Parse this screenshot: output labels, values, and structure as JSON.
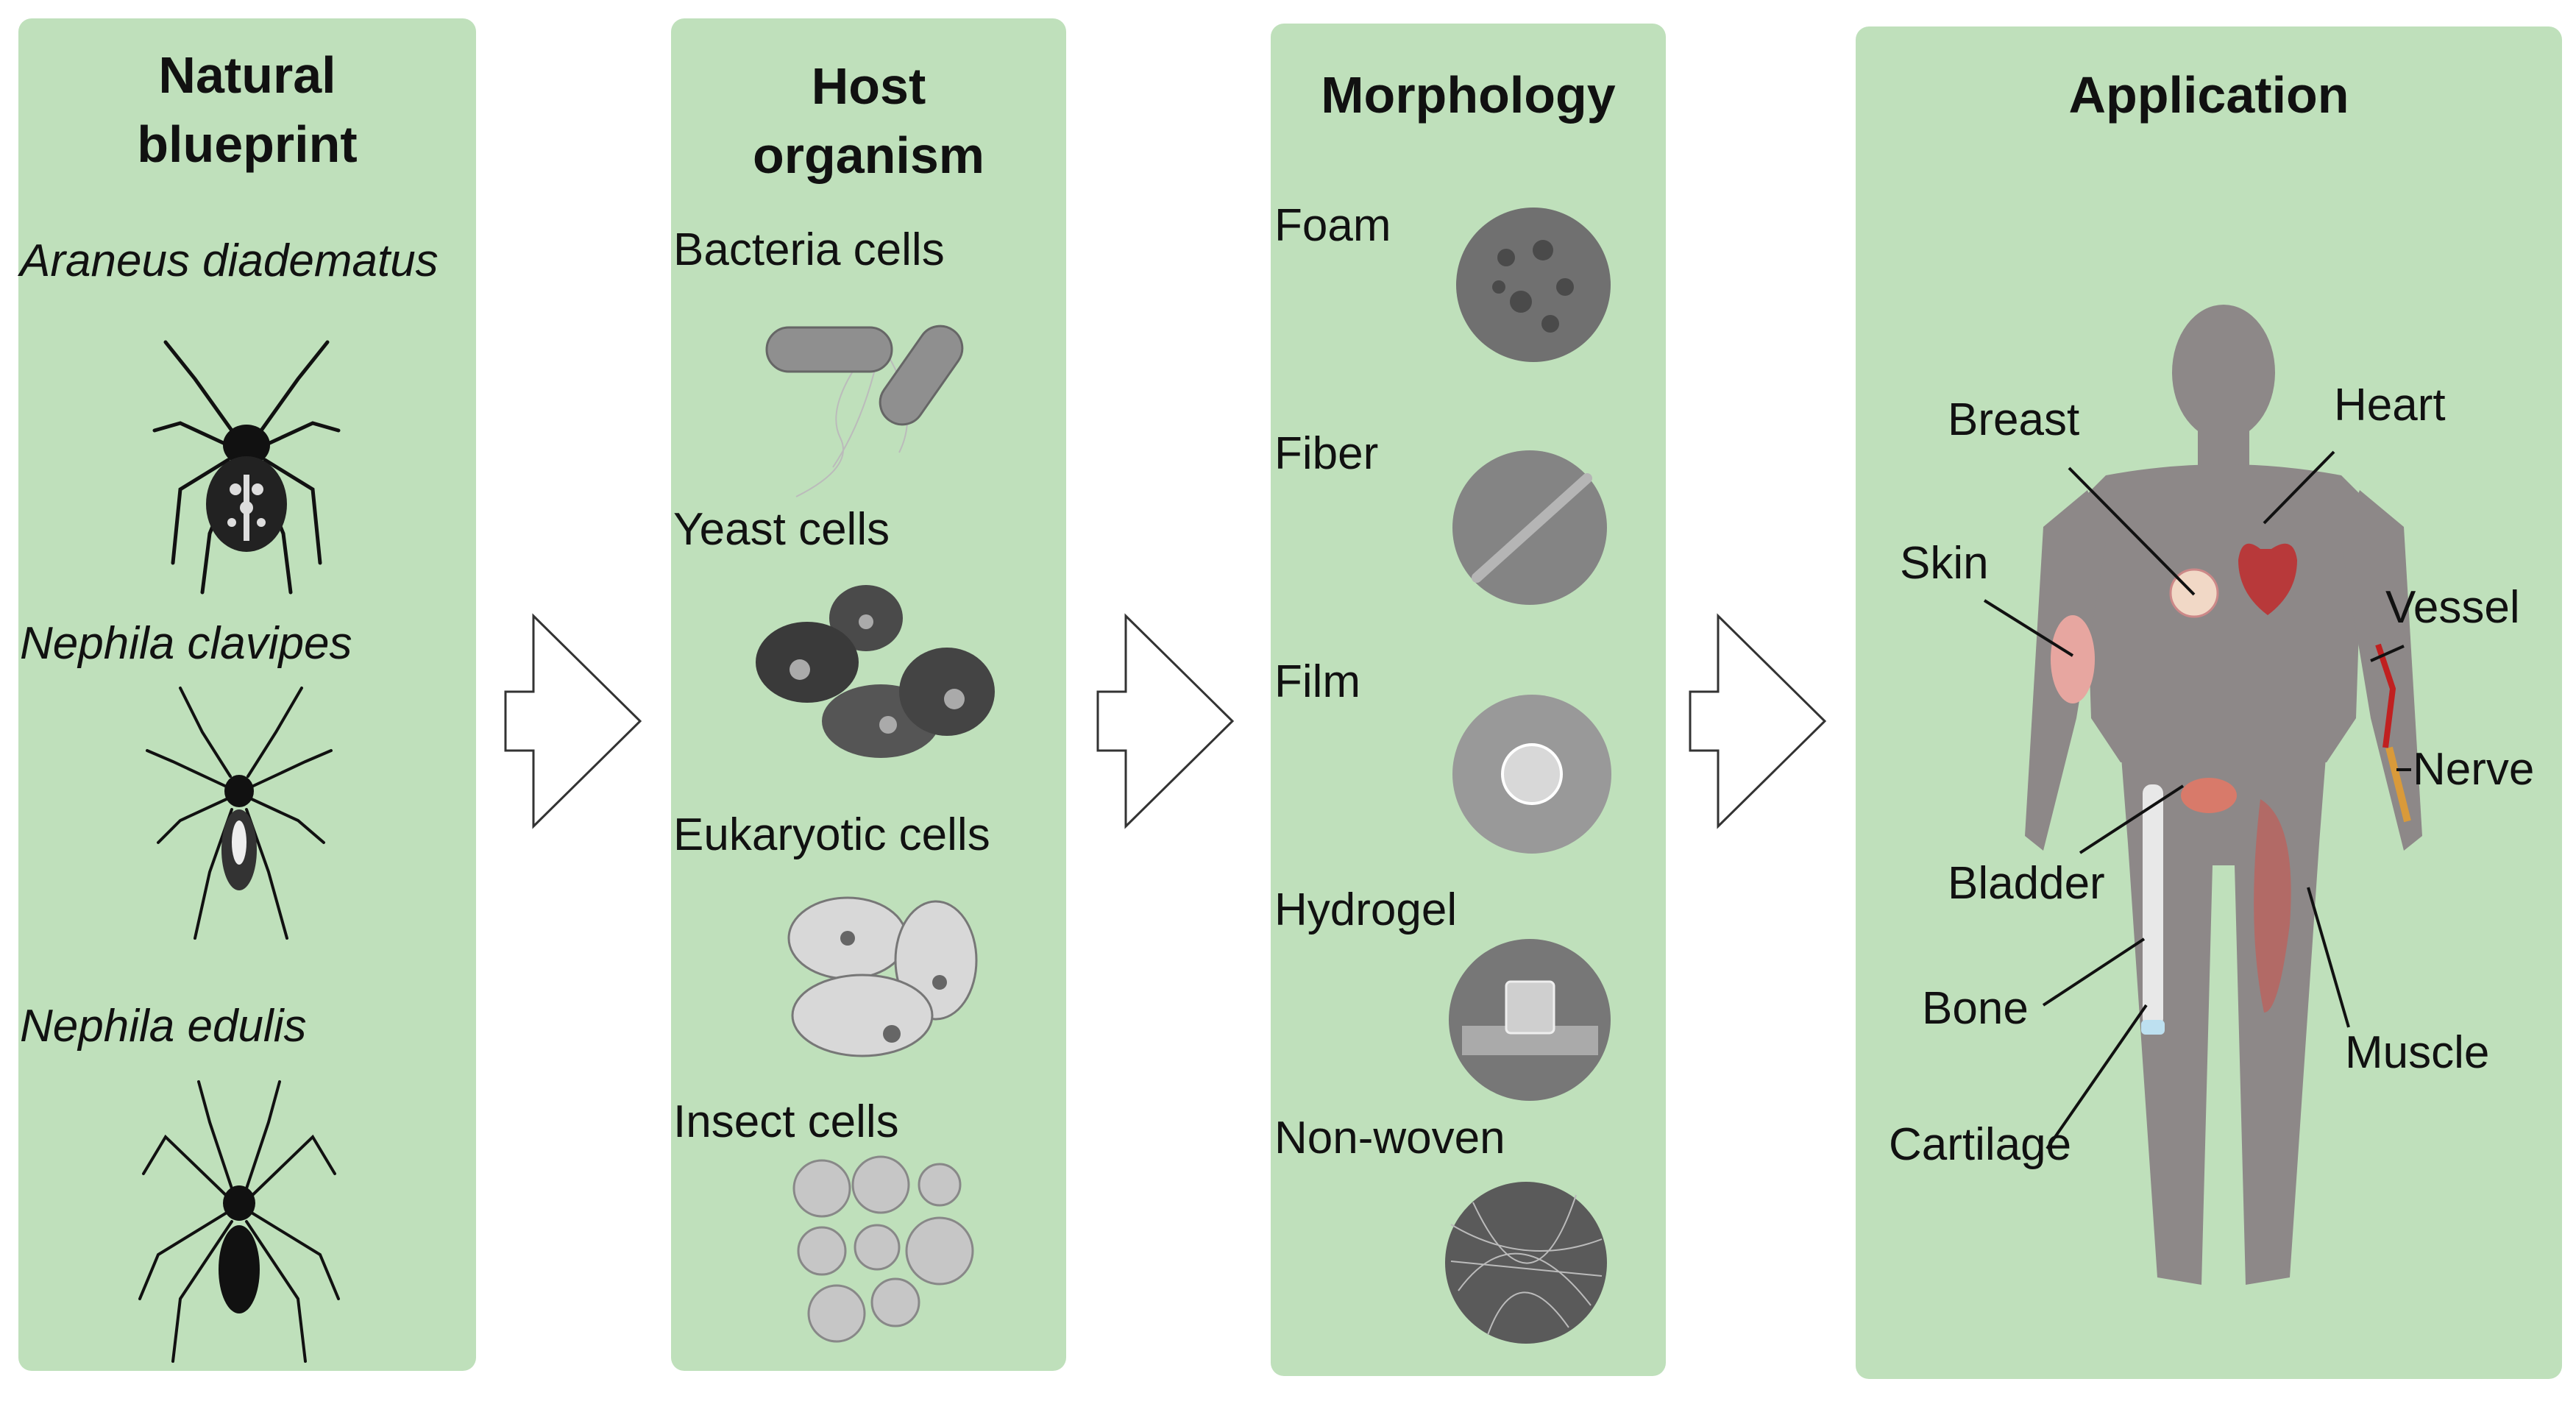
{
  "panels": {
    "natural_blueprint": {
      "title_line1": "Natural",
      "title_line2": "blueprint",
      "species": [
        "Araneus diadematus",
        "Nephila clavipes",
        "Nephila edulis"
      ]
    },
    "host_organism": {
      "title_line1": "Host",
      "title_line2": "organism",
      "items": [
        "Bacteria cells",
        "Yeast cells",
        "Eukaryotic cells",
        "Insect cells"
      ]
    },
    "morphology": {
      "title": "Morphology",
      "items": [
        "Foam",
        "Fiber",
        "Film",
        "Hydrogel",
        "Non-woven"
      ]
    },
    "application": {
      "title": "Application",
      "labels": {
        "breast": "Breast",
        "heart": "Heart",
        "skin": "Skin",
        "vessel": "Vessel",
        "nerve": "Nerve",
        "bladder": "Bladder",
        "bone": "Bone",
        "muscle": "Muscle",
        "cartilage": "Cartilage"
      }
    }
  },
  "colors": {
    "panel_fill": "#bfe0bb",
    "body_silhouette": "#8d8888"
  }
}
